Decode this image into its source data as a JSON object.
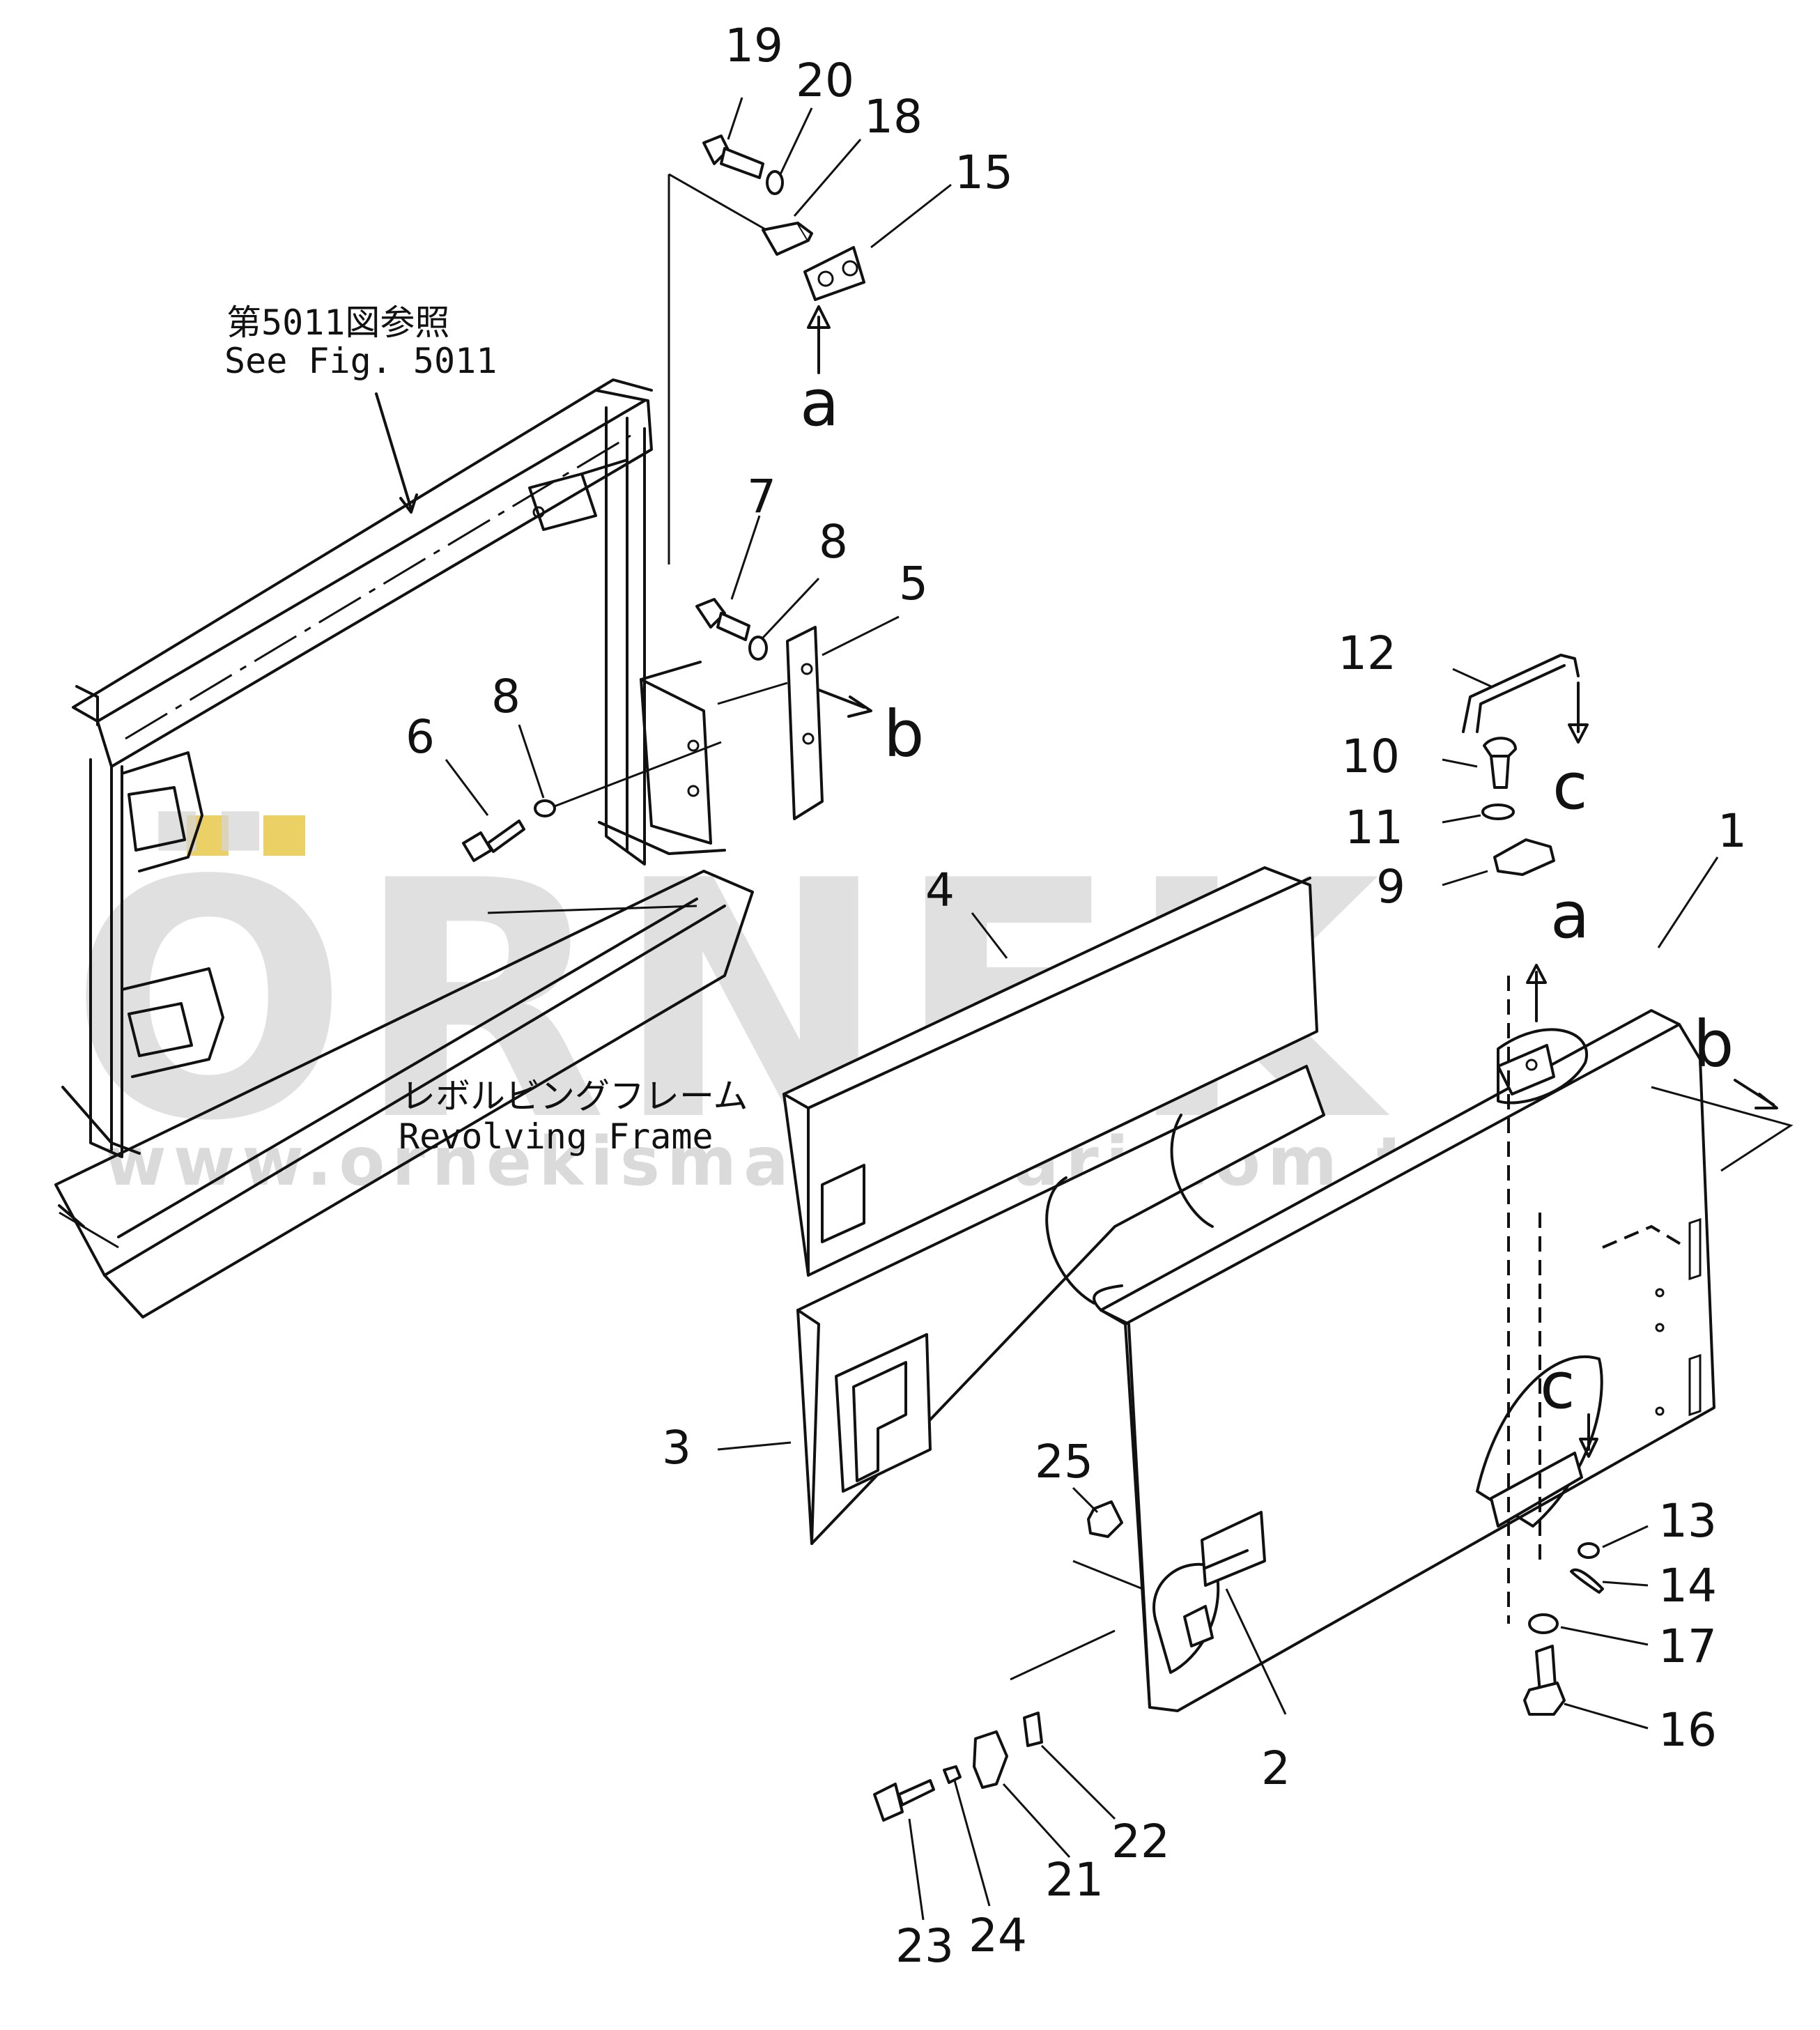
{
  "watermark": {
    "brand": "ÖRNEK",
    "url": "www.ornekismakinalari.com.tr"
  },
  "references": {
    "see_fig_jp": "第5011図参照",
    "see_fig_en": "See Fig. 5011",
    "revolving_frame_jp": "レボルビングフレーム",
    "revolving_frame_en": "Revolving Frame"
  },
  "view_markers": {
    "a": "a",
    "b": "b",
    "c": "c"
  },
  "part_numbers": {
    "p1": "1",
    "p2": "2",
    "p3": "3",
    "p4": "4",
    "p5": "5",
    "p6": "6",
    "p7": "7",
    "p8a": "8",
    "p8b": "8",
    "p9": "9",
    "p10": "10",
    "p11": "11",
    "p12": "12",
    "p13": "13",
    "p14": "14",
    "p15": "15",
    "p16": "16",
    "p17": "17",
    "p18": "18",
    "p19": "19",
    "p20": "20",
    "p21": "21",
    "p22": "22",
    "p23": "23",
    "p24": "24",
    "p25": "25"
  },
  "colors": {
    "line": "#111111",
    "watermark_grey": "#d6d6d6",
    "watermark_accent": "#e8c84a"
  }
}
